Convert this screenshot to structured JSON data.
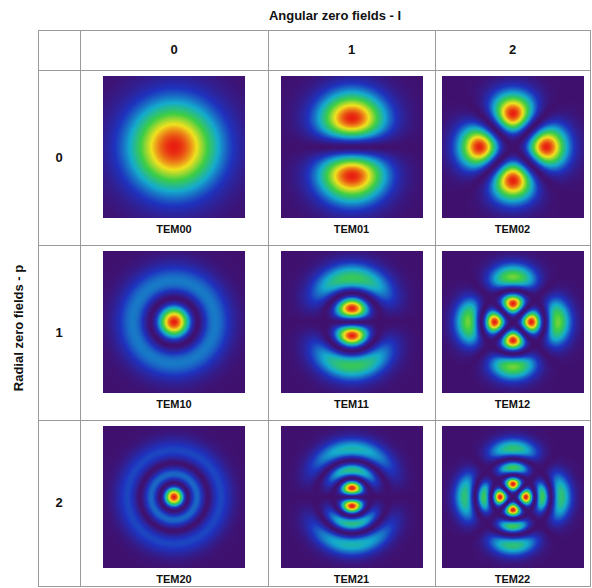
{
  "diagram": {
    "title": "Angular zero fields - l",
    "labels": [
      "Radial zero fields - p",
      "0",
      "1",
      "2",
      "0",
      "TEM00",
      "TEM01",
      "TEM02",
      "1",
      "TEM10",
      "TEM11",
      "TEM12",
      "2",
      "TEM20",
      "TEM21",
      "TEM22"
    ]
  }
}
